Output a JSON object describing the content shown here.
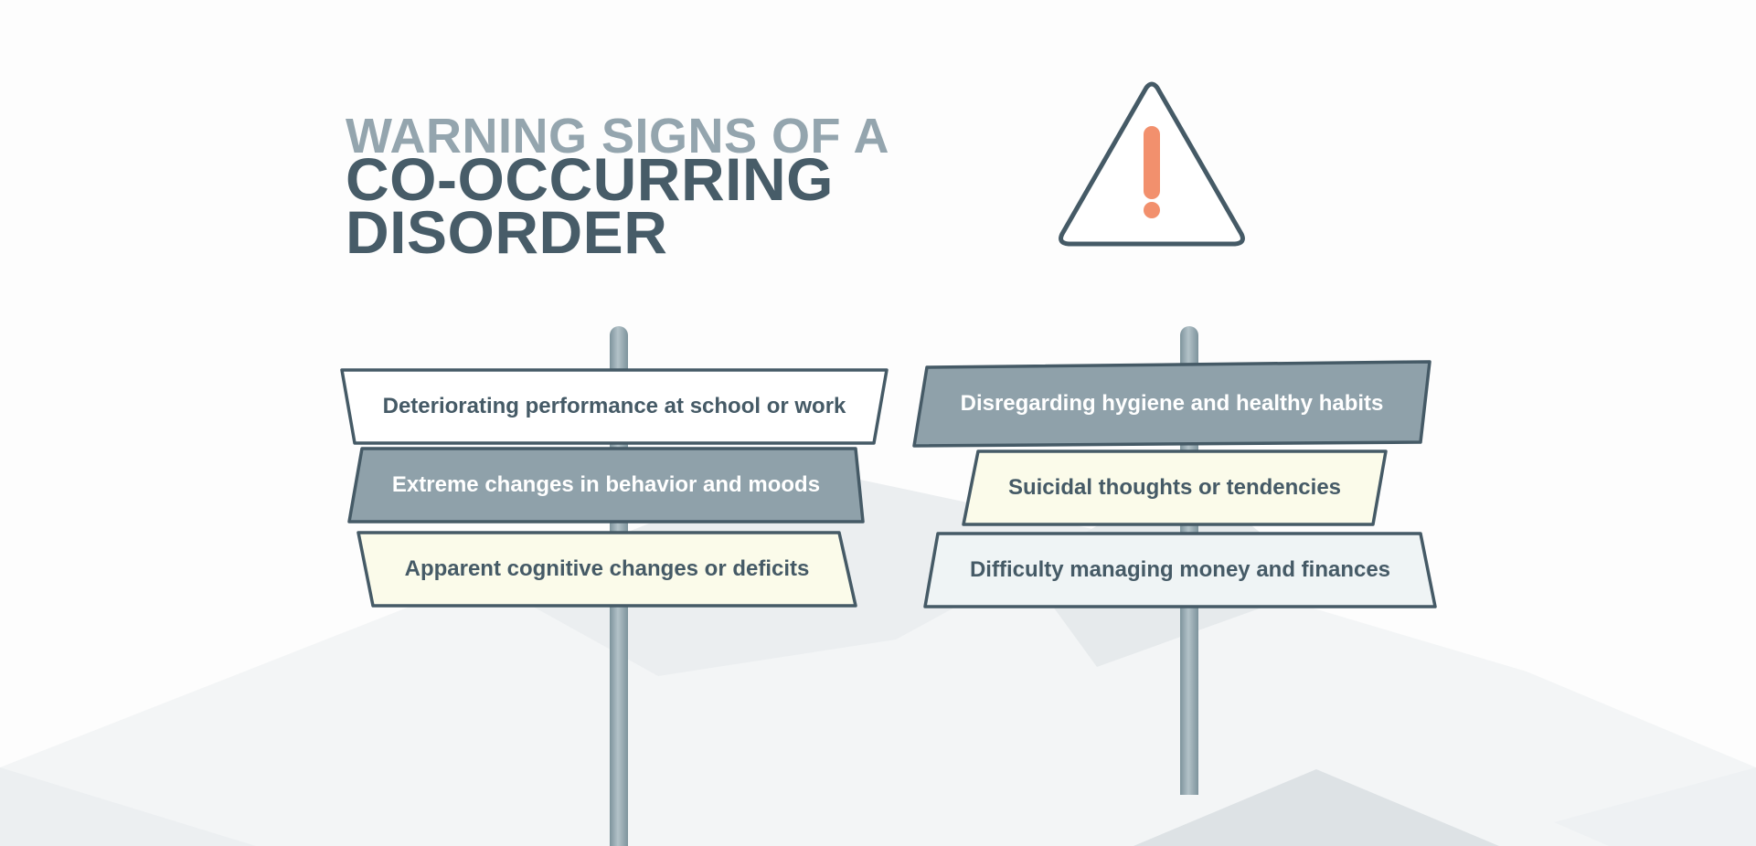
{
  "title": {
    "line1": "WARNING SIGNS OF A",
    "line2": "CO-OCCURRING",
    "line3": "DISORDER"
  },
  "icon": "warning-triangle-icon",
  "colors": {
    "title_light": "#94a5ae",
    "title_dark": "#475c68",
    "outline": "#455a66",
    "accent": "#f2906d",
    "sign_white": "#ffffff",
    "sign_gray": "#8fa1aa",
    "sign_cream": "#fbfbea",
    "sign_light": "#eff4f5"
  },
  "left_post": {
    "signs": [
      {
        "label": "Deteriorating performance at school or work",
        "fill": "#ffffff",
        "text_color": "#455a66"
      },
      {
        "label": "Extreme changes in behavior and moods",
        "fill": "#8fa1aa",
        "text_color": "#ffffff"
      },
      {
        "label": "Apparent cognitive changes or deficits",
        "fill": "#fbfbea",
        "text_color": "#455a66"
      }
    ]
  },
  "right_post": {
    "signs": [
      {
        "label": "Disregarding hygiene and healthy habits",
        "fill": "#8fa1aa",
        "text_color": "#ffffff"
      },
      {
        "label": "Suicidal thoughts or tendencies",
        "fill": "#fbfbea",
        "text_color": "#455a66"
      },
      {
        "label": "Difficulty managing money and finances",
        "fill": "#eff4f5",
        "text_color": "#455a66"
      }
    ]
  }
}
